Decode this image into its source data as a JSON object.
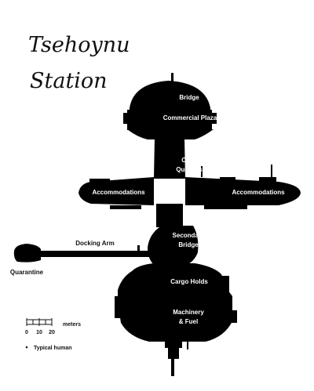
{
  "title": {
    "line1": "Tsehoynu",
    "line2": "Station"
  },
  "labels": {
    "bridge": "Bridge",
    "commercial_plaza": "Commercial Plaza",
    "crew_quarters_1": "Crew",
    "crew_quarters_2": "Quarters",
    "accommodations_left": "Accommodations",
    "accommodations_right": "Accommodations",
    "docking_arm": "Docking Arm",
    "quarantine": "Quarantine",
    "secondary_bridge_1": "Secondary",
    "secondary_bridge_2": "Bridge",
    "cargo_holds": "Cargo Holds",
    "machinery_1": "Machinery",
    "machinery_2": "& Fuel"
  },
  "legend": {
    "scale_ticks": [
      "0",
      "10",
      "20"
    ],
    "scale_unit": "meters",
    "human_marker": "•",
    "human_label": "Typical human"
  },
  "colors": {
    "hull": "#000000",
    "background": "#ffffff",
    "label_on_hull": "#ffffff",
    "label_on_background": "#111111"
  }
}
